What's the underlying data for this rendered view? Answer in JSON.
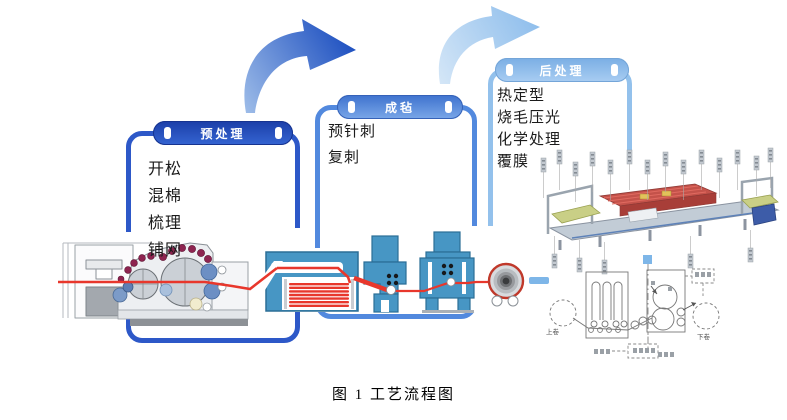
{
  "figure": {
    "caption": "图 1 工艺流程图"
  },
  "stages": [
    {
      "title": "预处理",
      "items": [
        "开松",
        "混棉",
        "梳理",
        "铺网"
      ],
      "border_color": "#2d58c8",
      "pill_colors": [
        "#1b3ea8",
        "#3565d2"
      ]
    },
    {
      "title": "成毡",
      "items": [
        "预针刺",
        "复刺"
      ],
      "border_color": "#5289de",
      "pill_colors": [
        "#3e72ce",
        "#7aa7e8"
      ]
    },
    {
      "title": "后处理",
      "items": [
        "热定型",
        "烧毛压光",
        "化学处理",
        "覆膜"
      ],
      "border_color": "#93c1ec",
      "pill_colors": [
        "#7aaee4",
        "#a9cdf2"
      ]
    }
  ],
  "arrows": [
    {
      "name": "flow-arrow-1",
      "color_tail": "#9dbce8",
      "color_head": "#1d4fc0"
    },
    {
      "name": "flow-arrow-2",
      "color_tail": "#d4e6f7",
      "color_head": "#8fbeec"
    }
  ],
  "machines": [
    "bale-feed-hopper",
    "carding-machine",
    "cross-lapper",
    "needle-loom-1",
    "needle-loom-2",
    "winding-roll",
    "heat-setting-line-3d",
    "padder-dryer-schematic"
  ],
  "schematic": {
    "left_roll_label": "上卷",
    "right_roll_label": "下卷"
  },
  "colors": {
    "web_line_red": "#e8372c",
    "machine_blue": "#4796c4",
    "connector_blue": "#7eb6e8",
    "machine_gray": "#cbd0d6",
    "worker_dot_magenta": "#8e2450"
  }
}
